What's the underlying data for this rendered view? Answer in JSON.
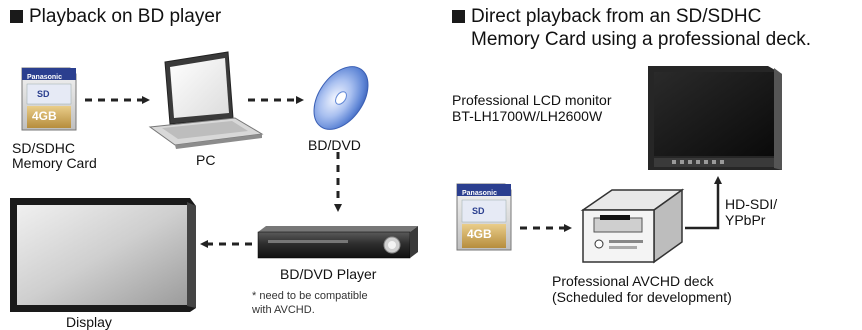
{
  "left_section": {
    "heading": "Playback on BD player",
    "card_label_line1": "SD/SDHC",
    "card_label_line2": "Memory Card",
    "pc_label": "PC",
    "disc_label": "BD/DVD",
    "player_label": "BD/DVD Player",
    "note_line1": "* need to be compatible",
    "note_line2": "with AVCHD.",
    "display_label": "Display"
  },
  "right_section": {
    "heading_line1": "Direct playback from an SD/SDHC",
    "heading_line2": "Memory Card using a professional deck.",
    "monitor_label_line1": "Professional LCD monitor",
    "monitor_label_line2": "BT-LH1700W/LH2600W",
    "connection_label_line1": "HD-SDI/",
    "connection_label_line2": "YPbPr",
    "deck_label_line1": "Professional AVCHD deck",
    "deck_label_line2": "(Scheduled for development)"
  },
  "sd_card": {
    "brand": "Panasonic",
    "capacity": "4GB"
  },
  "colors": {
    "arrow": "#222222",
    "card_gold": "#c9a45a",
    "disc_blue": "#6a8fd8",
    "screen_dark": "#1e1e1e"
  }
}
